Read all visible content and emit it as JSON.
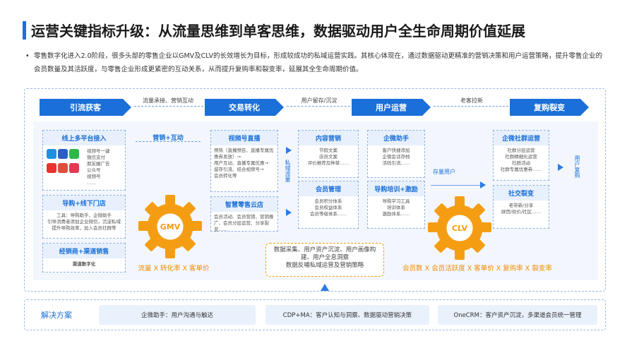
{
  "title": "运营关键指标升级：从流量思维到单客思维，数据驱动用户全生命周期价值延展",
  "bullet": "零售数字化进入2.0阶段，很多头部的零售企业以GMV及CLV的长效增长为目标，形成较成功的私域运营实践。其核心体现在，通过数据驱动更精准的营销决策和用户运营策略，提升零售企业的会员数量及其活跃度，与零售企业形成更紧密的互动关系，从而提升复购率和裂变率，延展其全生命周期价值。",
  "stages": [
    "引流获客",
    "交易转化",
    "用户运营",
    "复购裂变"
  ],
  "stage_notes": [
    "流量承接、营销互动",
    "用户留存/沉淀",
    "老客拉新"
  ],
  "left": {
    "online_head": "线上多平台接入",
    "online_note": "视频号一键\n微信支付\n朋友圈广告\n公众号\n视频号\n……",
    "offline_head": "导购+线下门店",
    "offline_note": "工具：导购助手、企微助手\n引导消费者添加企业微信，沉淀私域\n提升导购效率，加入会员社群等",
    "dealer_head": "经销商+渠道销售",
    "dealer_note": "渠道数字化"
  },
  "marketing_label": "营销+互动",
  "gmv": {
    "label": "GMV",
    "formula": "流量 X 转化率 X 客单价"
  },
  "live": {
    "head": "视频号直播",
    "note": "预热（直播预告、直播专属优惠券发放）→\n用户互动、直播专属优惠→\n留存引流、结合视频号→\n会员转化等"
  },
  "smart_store": {
    "head": "智慧零售云店",
    "note": "会员活动、会员营销、营销推广、会员分层运营、分享裂变……"
  },
  "private_label": "私域流量",
  "content": {
    "head": "内容营销",
    "note": "节假文案\n店员文案\n评价推荐及种草……"
  },
  "member": {
    "head": "会员管理",
    "note": "会员积分体系\n会员权益体系\n会员等级体系……"
  },
  "wecom": {
    "head": "企微助手",
    "note": "客户快捷添加\n企微会话存档\n活码引流……"
  },
  "training": {
    "head": "导购培训+激励",
    "note": "导购学习工具\n培训体系\n激励体系……"
  },
  "stock_label": "存量用户",
  "clv": {
    "label": "CLV",
    "formula": "会员数 X 会员活跃度 X 客单价 X 复购率 X 裂变率"
  },
  "community": {
    "head": "企微社群运营",
    "note": "社群分层运营\n社群精细化运营\n社群活动\n社群专属优惠券……"
  },
  "social": {
    "head": "社交裂变",
    "note": "老带新/分享\n拼团/砍价/社区……"
  },
  "repurchase_label": "用户复购",
  "data_center": "数据采集、用户资产沉淀、用户画像构建、用户全息洞察\n数据反哺私域运营及营销策略",
  "solutions_label": "解决方案",
  "solutions": [
    "企微助手：用户沟通与触达",
    "CDP+MA：客户认知与洞察、数据驱动营销决策",
    "OneCRM：客户资产沉淀，多渠道会员统一管理"
  ],
  "colors": {
    "primary": "#1a6fd8",
    "accent": "#f59d12"
  }
}
